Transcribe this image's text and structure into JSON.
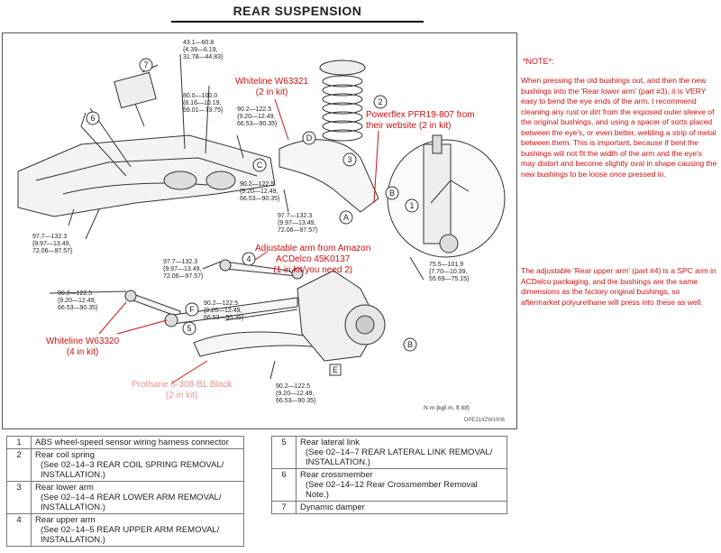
{
  "title": "REAR SUSPENSION",
  "torque_specs": [
    {
      "id": "t1",
      "lines": [
        "43.1—60.8",
        "{4.39—6.19,",
        "31.78—44.83}"
      ]
    },
    {
      "id": "t2",
      "lines": [
        "80.0—100.0",
        "{8.16—10.19,",
        "59.01—73.75}"
      ]
    },
    {
      "id": "t3",
      "lines": [
        "90.2—122.5",
        "{9.20—12.49,",
        "66.53—90.35}"
      ]
    },
    {
      "id": "t4",
      "lines": [
        "90.2—122.5",
        "{9.20—12.49,",
        "66.53—90.35}"
      ]
    },
    {
      "id": "t5",
      "lines": [
        "97.7—132.3",
        "{9.97—13.49,",
        "72.06—97.57}"
      ]
    },
    {
      "id": "t6",
      "lines": [
        "97.7—132.3",
        "{9.97—13.49,",
        "72.06—97.57}"
      ]
    },
    {
      "id": "t7",
      "lines": [
        "97.7—132.3",
        "{9.97—13.49,",
        "72.06—97.57}"
      ]
    },
    {
      "id": "t8",
      "lines": [
        "90.2—122.5",
        "{9.20—12.49,",
        "66.53—90.35}"
      ]
    },
    {
      "id": "t9",
      "lines": [
        "90.2—122.5",
        "{9.20—12.49,",
        "66.53—90.35}"
      ]
    },
    {
      "id": "t10",
      "lines": [
        "75.5—101.9",
        "{7.70—10.39,",
        "55.69—75.15}"
      ]
    },
    {
      "id": "t11",
      "lines": [
        "90.2—122.5",
        "{9.20—12.49,",
        "66.53—90.35}"
      ]
    }
  ],
  "annotations": {
    "whiteline_upper": [
      "Whiteline W63321",
      "(2 in kit)"
    ],
    "powerflex": [
      "Powerflex PFR19-807 from",
      "their website (2 in kit)"
    ],
    "adjustable_arm": [
      "Adjustable arm from Amazon",
      "ACDelco 45K0137",
      "(1 in kit/you need 2)"
    ],
    "whiteline_lower": [
      "Whiteline W63320",
      "(4 in kit)"
    ],
    "prothane": [
      "Prothane 6-308-BL Black",
      "(2 in kit)"
    ]
  },
  "note_heading": "*NOTE*:",
  "note_paragraph_1": "When pressing the old bushings out, and then the new bushings into the 'Rear lower arm' (part #3), it is VERY easy to bend the eye ends of the arm. I recommend cleaning any rust or dirt from the exposed outer sleeve of the original bushings, and using a spacer of sorts placed between the eye's, or even better, welding a strip of metal between them. This is important, because if bent the bushings will not fit the width of the arm and the eye's may distort and become slightly oval in shape causing the new bushings to be loose once pressed in.",
  "note_paragraph_2": "The adjustable 'Rear upper arm' (part #4) is a SPC arm in ACDelco packaging, and the bushings are the same dimensions as the factory original bushings, so aftermarket polyurethane will press into these as well.",
  "unit_label": "N·m {kgf·m, ft·lbf}",
  "figure_code": "DPE214ZW1006",
  "callouts": {
    "n1": "1",
    "n2": "2",
    "n3": "3",
    "n4": "4",
    "n5": "5",
    "n6": "6",
    "n7": "7",
    "a": "A",
    "b": "B",
    "c": "C",
    "d": "D",
    "e": "E",
    "f": "F"
  },
  "legend_left": [
    {
      "num": "1",
      "title": "ABS wheel-speed sensor wiring harness connector",
      "ref": ""
    },
    {
      "num": "2",
      "title": "Rear coil spring",
      "ref": "(See 02–14–3 REAR COIL SPRING REMOVAL/ INSTALLATION.)"
    },
    {
      "num": "3",
      "title": "Rear lower arm",
      "ref": "(See 02–14–4 REAR LOWER ARM REMOVAL/ INSTALLATION.)"
    },
    {
      "num": "4",
      "title": "Rear upper arm",
      "ref": "(See 02–14–5 REAR UPPER ARM REMOVAL/ INSTALLATION.)"
    }
  ],
  "legend_right": [
    {
      "num": "5",
      "title": "Rear lateral link",
      "ref": "(See 02–14–7 REAR LATERAL LINK REMOVAL/ INSTALLATION.)"
    },
    {
      "num": "6",
      "title": "Rear crossmember",
      "ref": "(See 02–14–12 Rear Crossmember Removal Note.)"
    },
    {
      "num": "7",
      "title": "Dynamic damper",
      "ref": ""
    }
  ]
}
